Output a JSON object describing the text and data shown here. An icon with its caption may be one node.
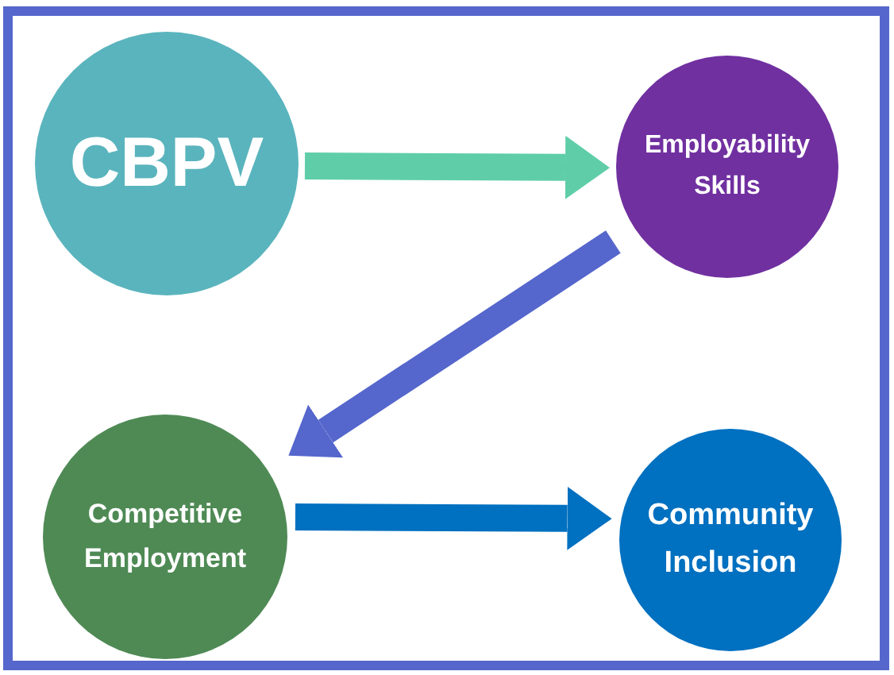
{
  "diagram": {
    "nodes": [
      {
        "text": [
          "CBPV"
        ]
      },
      {
        "text": [
          "Employability Skills"
        ]
      },
      {
        "text": [
          "Competitive Employment"
        ]
      },
      {
        "text": [
          "Community Inclusion"
        ]
      }
    ],
    "edges": [
      {
        "from": 0,
        "to": 1,
        "arrow": "to",
        "color": "#5fcea8"
      },
      {
        "from": 1,
        "to": 2,
        "arrow": "to",
        "color": "#5566cc"
      },
      {
        "from": 2,
        "to": 3,
        "arrow": "to",
        "color": "#0070c0"
      }
    ]
  }
}
